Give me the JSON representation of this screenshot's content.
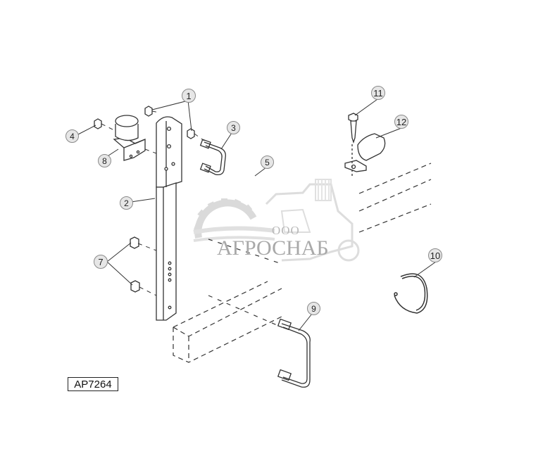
{
  "diagram": {
    "type": "exploded-parts-diagram",
    "figure_id": "AP7264",
    "callouts": [
      {
        "id": "1",
        "label": "1",
        "part": "nuts (pair, upper)"
      },
      {
        "id": "2",
        "label": "2",
        "part": "vertical mounting bar"
      },
      {
        "id": "3",
        "label": "3",
        "part": "small U-bolt"
      },
      {
        "id": "4",
        "label": "4",
        "part": "nut"
      },
      {
        "id": "5",
        "label": "5",
        "part": "tube (phantom)"
      },
      {
        "id": "7",
        "label": "7",
        "part": "nuts (pair, lower)"
      },
      {
        "id": "8",
        "label": "8",
        "part": "bracket with cylinder"
      },
      {
        "id": "9",
        "label": "9",
        "part": "large U-bolt"
      },
      {
        "id": "10",
        "label": "10",
        "part": "clamp band"
      },
      {
        "id": "11",
        "label": "11",
        "part": "screw"
      },
      {
        "id": "12",
        "label": "12",
        "part": "P-clip"
      }
    ]
  },
  "watermark": {
    "prefix": "ООО",
    "brand": "АГРОСНАБ"
  },
  "colors": {
    "line": "#333333",
    "callout_fill": "#e6e6e6",
    "callout_border": "#8a8a8a",
    "watermark": "#b0b0b0"
  }
}
